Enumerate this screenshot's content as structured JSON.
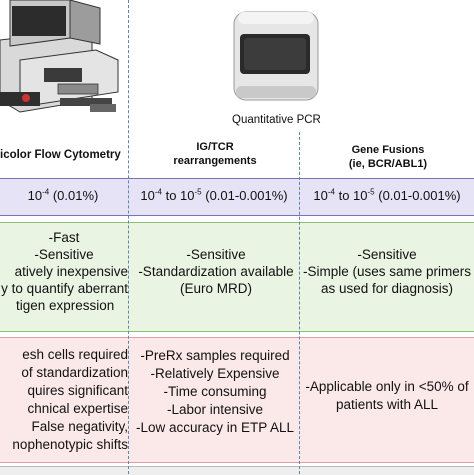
{
  "headers": {
    "flow": "icolor Flow Cytometry",
    "qpcr": "Quantitative PCR",
    "igtcr": [
      "IG/TCR",
      "rearrangements"
    ],
    "fusion": [
      "Gene Fusions",
      "(ie, BCR/ABL1)"
    ]
  },
  "sensitivity": {
    "flow": {
      "base": "10",
      "exp": "-4",
      "rest": " (0.01%)"
    },
    "igtcr": {
      "base1": "10",
      "exp1": "-4",
      "mid": " to 10",
      "exp2": "-5",
      "rest": " (0.01-0.001%)"
    },
    "fusion": {
      "base1": "10",
      "exp1": "-4",
      "mid": " to 10",
      "exp2": "-5",
      "rest": " (0.01-0.001%)"
    }
  },
  "advantages": {
    "flow": [
      "-Fast",
      "-Sensitive",
      "atively inexpensive",
      "y to quantify aberrant",
      "tigen expression"
    ],
    "igtcr": [
      "-Sensitive",
      "-Standardization available",
      "(Euro MRD)"
    ],
    "fusion": [
      "-Sensitive",
      "-Simple (uses same primers",
      "as used for diagnosis)"
    ]
  },
  "disadvantages": {
    "flow": [
      "esh cells required",
      "of standardization",
      "quires significant",
      "chnical expertise",
      "False negativity,",
      "nophenotypic shifts"
    ],
    "igtcr": [
      "-PreRx samples required",
      "-Relatively Expensive",
      "-Time consuming",
      "-Labor intensive",
      "-Low accuracy in ETP ALL"
    ],
    "fusion": [
      "-Applicable only in <50% of",
      "patients with ALL"
    ]
  },
  "colors": {
    "sensitivity_bg": "#e6e3f6",
    "advantages_bg": "#e9f4e2",
    "disadvantages_bg": "#fbe9ea",
    "divider": "#5f86a8"
  }
}
